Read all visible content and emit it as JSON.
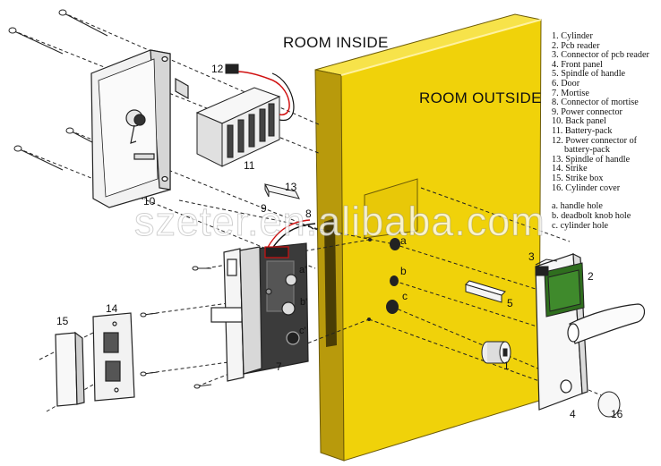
{
  "headings": {
    "room_inside": "ROOM INSIDE",
    "room_outside": "ROOM OUTSIDE"
  },
  "watermark": "szeter.en.alibaba.com",
  "legend": [
    {
      "text": "1. Cylinder"
    },
    {
      "text": "2. Pcb reader"
    },
    {
      "text": "3. Connector of pcb reader"
    },
    {
      "text": "4. Front panel"
    },
    {
      "text": "5. Spindle of handle"
    },
    {
      "text": "6. Door"
    },
    {
      "text": "7. Mortise"
    },
    {
      "text": "8. Connector of mortise"
    },
    {
      "text": "9. Power connector"
    },
    {
      "text": "10. Back panel"
    },
    {
      "text": "11. Battery-pack"
    },
    {
      "text": "12. Power connector of"
    },
    {
      "text": "battery-pack"
    },
    {
      "text": "13. Spindle of handle"
    },
    {
      "text": "14. Strike"
    },
    {
      "text": "15. Strike box"
    },
    {
      "text": "16. Cylinder cover"
    }
  ],
  "hole_legend": [
    {
      "text": "a. handle hole"
    },
    {
      "text": "b. deadbolt knob hole"
    },
    {
      "text": "c. cylinder hole"
    }
  ],
  "part_labels": {
    "p1": "1",
    "p2": "2",
    "p3": "3",
    "p4": "4",
    "p5": "5",
    "p7": "7",
    "p8": "8",
    "p9": "9",
    "p10": "10",
    "p11": "11",
    "p12": "12",
    "p13": "13",
    "p14": "14",
    "p15": "15",
    "p16": "16"
  },
  "hole_labels": {
    "a": "a",
    "b": "b",
    "c": "c"
  },
  "box_labels": {
    "a": "a'",
    "b": "b'",
    "c": "c'"
  },
  "colors": {
    "door_face": "#f0d20a",
    "door_edge": "#a88c0a",
    "door_top": "#f7e34a",
    "pcb_green": "#2f6e1e",
    "wire_red": "#d01010",
    "line": "#222222"
  }
}
